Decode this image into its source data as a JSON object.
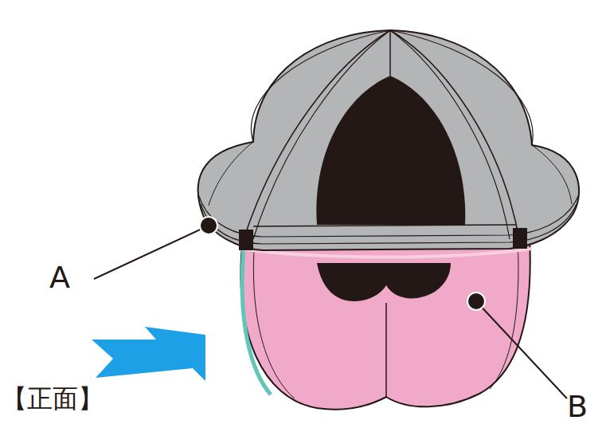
{
  "diagram": {
    "labels": [
      "A",
      "B",
      "【正面】"
    ]
  }
}
